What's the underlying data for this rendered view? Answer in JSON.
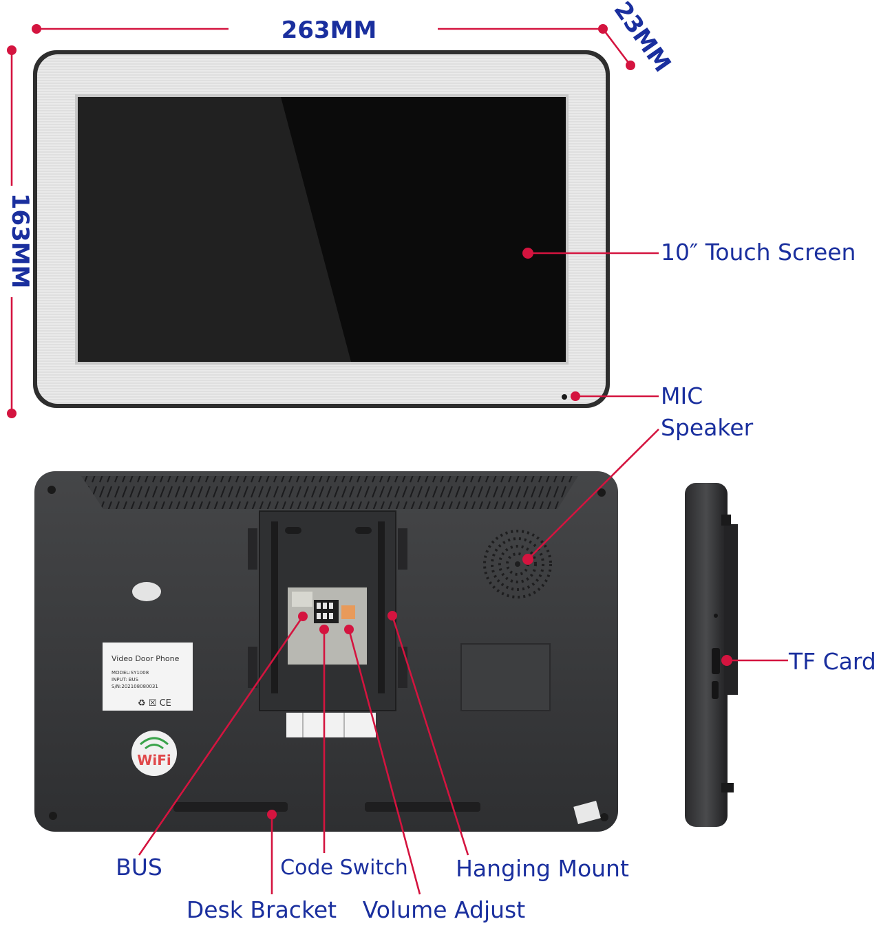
{
  "dimensions": {
    "width": "263MM",
    "height": "163MM",
    "depth": "23MM"
  },
  "labels": {
    "touch_screen": "10″  Touch Screen",
    "mic": "MIC",
    "speaker": "Speaker",
    "tf_card": "TF Card",
    "bus": "BUS",
    "code_switch": "Code Switch",
    "hanging_mount": "Hanging Mount",
    "desk_bracket": "Desk Bracket",
    "volume_adjust": "Volume Adjust"
  },
  "sticker": {
    "title": "Video Door Phone",
    "model": "MODEL:SY1008",
    "input": "INPUT: BUS",
    "serial": "S/N:202108080031",
    "marks": "♻ ☒ CE"
  },
  "wifi_logo": "WiFi",
  "colors": {
    "label_text": "#1a2f9e",
    "callout_line": "#d4143f",
    "device_back": "#3a3b3d",
    "bezel": "#e2e2e2",
    "screen": "#0a0a0a"
  }
}
